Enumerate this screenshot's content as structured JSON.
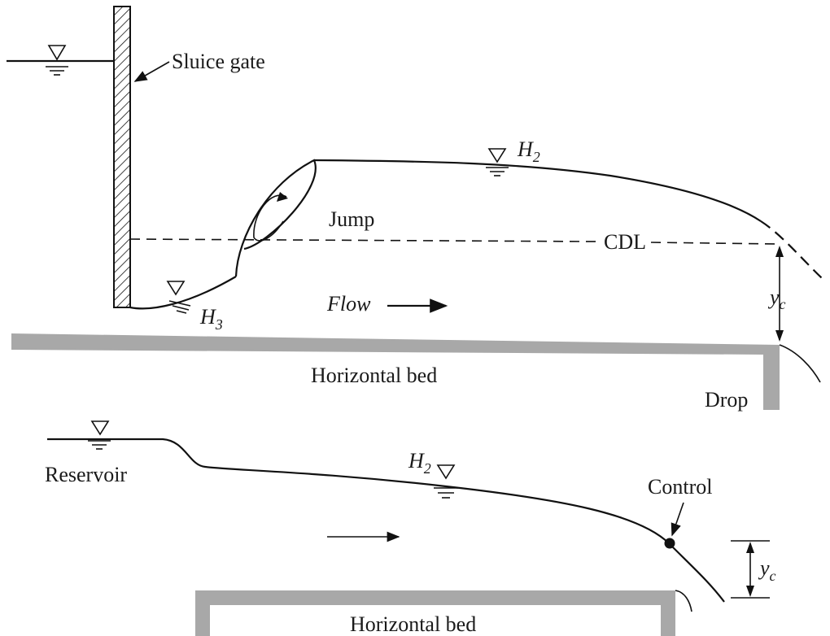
{
  "top_diagram": {
    "gate_label": "Sluice gate",
    "jump_label": "Jump",
    "cdl_label": "CDL",
    "flow_label": "Flow",
    "profile_h2": {
      "main": "H",
      "sub": "2"
    },
    "profile_h3": {
      "main": "H",
      "sub": "3"
    },
    "depth_label": {
      "main": "y",
      "sub": "c"
    },
    "bed_label": "Horizontal bed",
    "drop_label": "Drop"
  },
  "bottom_diagram": {
    "reservoir_label": "Reservoir",
    "profile_h2": {
      "main": "H",
      "sub": "2"
    },
    "control_label": "Control",
    "depth_label": {
      "main": "y",
      "sub": "c"
    },
    "bed_label": "Horizontal bed"
  },
  "colors": {
    "ink": "#111111",
    "bed": "#a8a8a8"
  }
}
